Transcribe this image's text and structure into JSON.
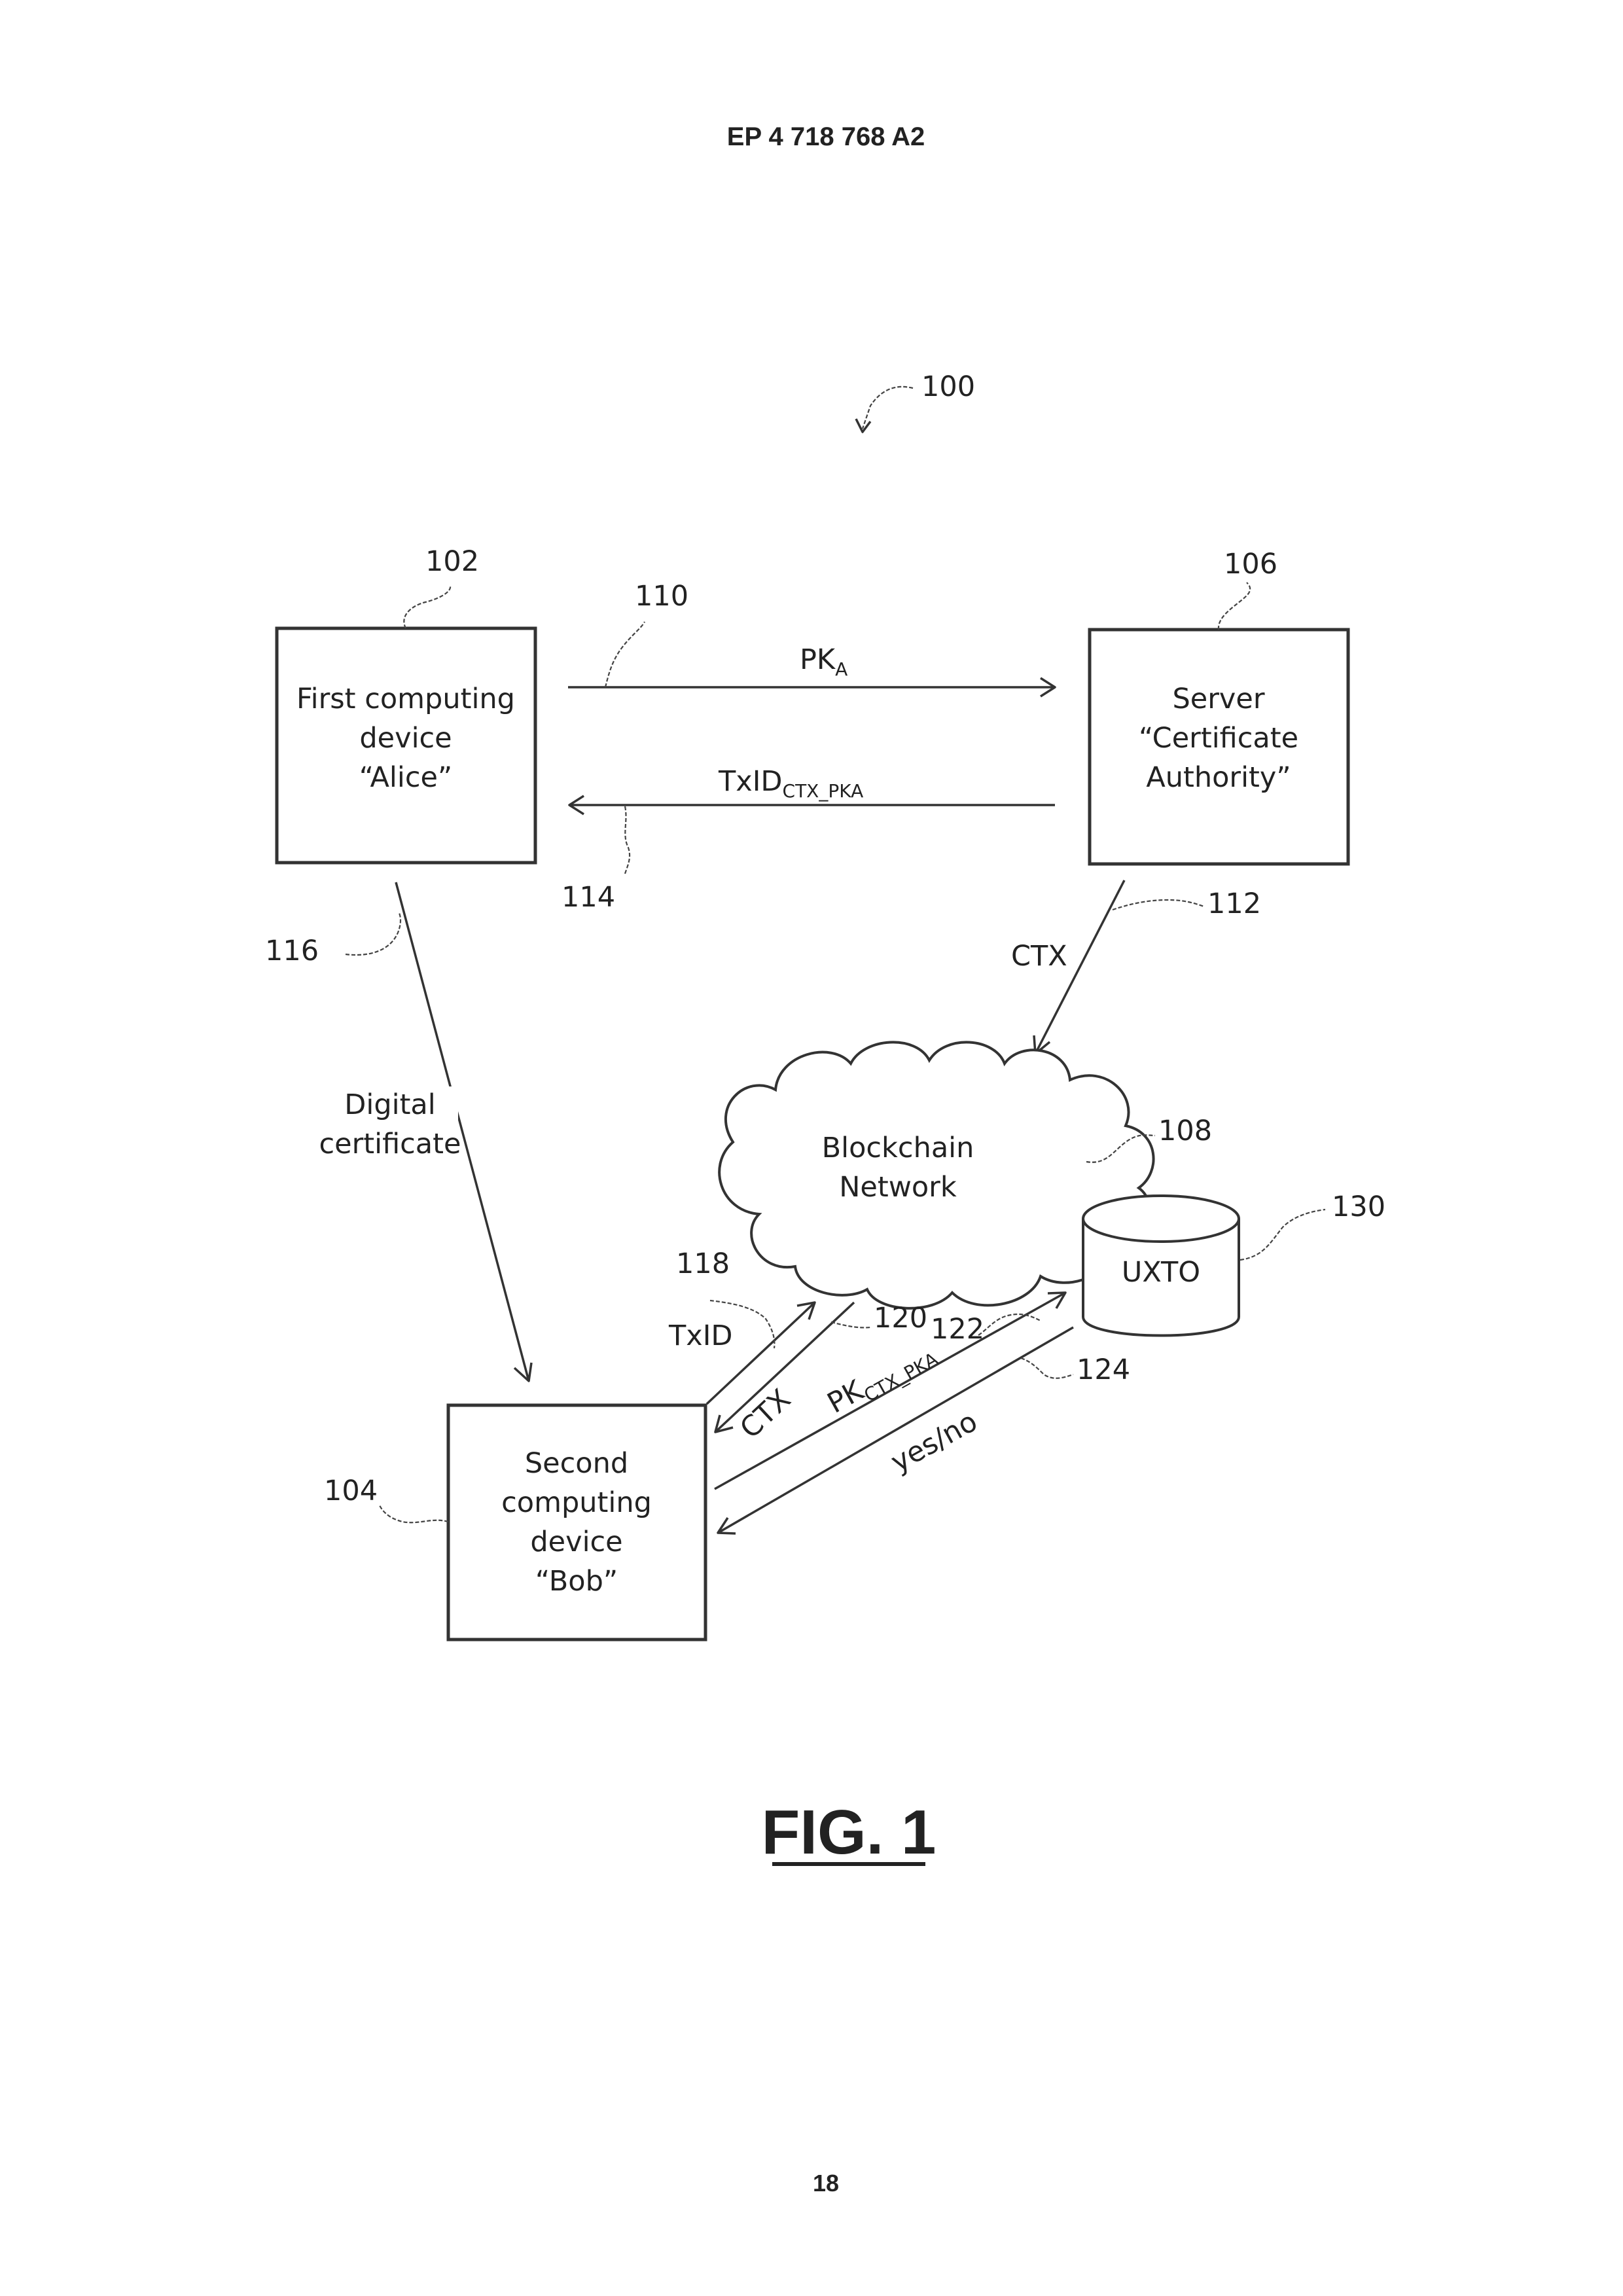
{
  "header": {
    "publication": "EP 4 718 768 A2"
  },
  "figure": {
    "ref_main": "100",
    "caption": "FIG. 1",
    "page_number": "18"
  },
  "nodes": {
    "alice": {
      "ref": "102",
      "lines": [
        "First computing",
        "device",
        "“Alice”"
      ]
    },
    "server": {
      "ref": "106",
      "lines": [
        "Server",
        "“Certificate",
        "Authority”"
      ]
    },
    "bob": {
      "ref": "104",
      "lines": [
        "Second",
        "computing",
        "device",
        "“Bob”"
      ]
    },
    "blockchain": {
      "ref": "108",
      "lines": [
        "Blockchain",
        "Network"
      ]
    },
    "utxo": {
      "ref": "130",
      "label": "UXTO"
    }
  },
  "edges": {
    "pk_a": {
      "ref": "110",
      "label": "PK",
      "sub": "A"
    },
    "txid_ctx": {
      "ref": "114",
      "label": "TxID",
      "sub": "CTX_PKA"
    },
    "ctx_server": {
      "ref": "112",
      "label": "CTX"
    },
    "digital_cert": {
      "ref": "116",
      "lines": [
        "Digital",
        "certificate"
      ]
    },
    "txid_bob": {
      "ref": "118",
      "label": "TxID"
    },
    "ctx_bob": {
      "ref": "120",
      "label": "CTX"
    },
    "pk_ctx": {
      "ref": "122",
      "label": "PK",
      "sub": "CTX_PKA"
    },
    "yes_no": {
      "ref": "124",
      "label": "yes/no"
    }
  }
}
